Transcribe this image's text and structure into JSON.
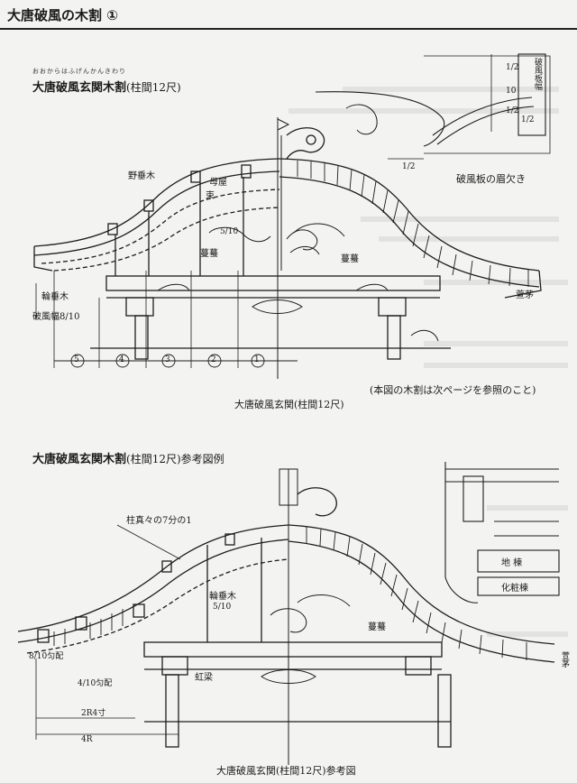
{
  "page": {
    "title": "大唐破風の木割",
    "title_badge": "①"
  },
  "section1": {
    "ruby": "おおからはふげんかんきわり",
    "heading": "大唐破風玄関木割",
    "heading_paren": "(柱間12尺)",
    "labels": {
      "nodarekitsuki": "野垂木",
      "moya": "母屋",
      "taba": "束",
      "ratio_510": "5/10",
      "kaerumata_left": "蔓蟇",
      "kaerumata_right": "蔓蟇",
      "wadaruki": "輪垂木",
      "hafu_haba": "破風幅8/10",
      "kayaoi": "萱茅"
    },
    "dimension_marks": [
      "5",
      "4",
      "3",
      "2",
      "1"
    ],
    "inset": {
      "caption": "破風板の眉欠き",
      "vertical_label": "破風板幅",
      "v_half_top": "1/2",
      "v_ten": "10",
      "v_half_mid": "1/2",
      "v_sub": "1/2",
      "bottom_half": "1/2"
    },
    "caption": "大唐破風玄関(柱間12尺)",
    "note": "(本図の木割は次ページを参照のこと)"
  },
  "section2": {
    "heading": "大唐破風玄関木割",
    "heading_paren": "(柱間12尺)参考図例",
    "labels": {
      "hashira": "柱真々の7分の1",
      "wadaruki": "輪垂木",
      "ratio_510": "5/10",
      "kaerumata": "蔓蟇",
      "koryo": "虹梁",
      "ratio_left": "8/10匀配",
      "ratio_small": "4/10匀配",
      "kaya": "萱茅",
      "dim_2r4": "2R4寸",
      "dim_4r": "4R",
      "jimune": "地 棟",
      "keshomune": "化粧棟"
    },
    "caption": "大唐破風玄関(柱間12尺)参考図"
  }
}
